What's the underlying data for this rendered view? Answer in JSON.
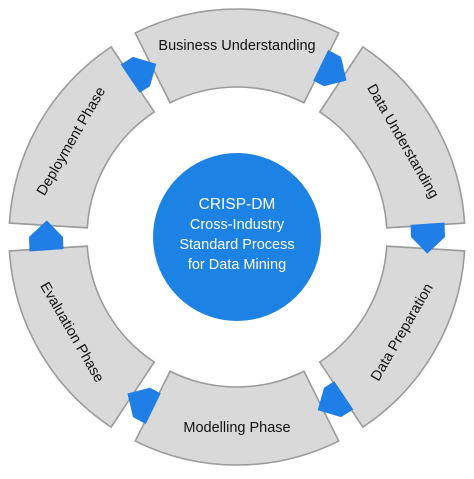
{
  "colors": {
    "segment_fill": "#d9d9d9",
    "segment_stroke": "#9b9b9b",
    "arrow": "#1f7fe6",
    "center_fill": "#1c82e3",
    "center_text": "#ffffff",
    "label_text": "#111111"
  },
  "center": {
    "lines": [
      "CRISP-DM",
      "Cross-Industry",
      "Standard Process",
      "for Data Mining"
    ]
  },
  "phases": [
    {
      "id": "business-understanding",
      "label": "Business Understanding"
    },
    {
      "id": "data-understanding",
      "label": "Data Understanding"
    },
    {
      "id": "data-preparation",
      "label": "Data Preparation"
    },
    {
      "id": "modelling-phase",
      "label": "Modelling Phase"
    },
    {
      "id": "evaluation-phase",
      "label": "Evaluation Phase"
    },
    {
      "id": "deployment-phase",
      "label": "Deployment Phase"
    }
  ]
}
